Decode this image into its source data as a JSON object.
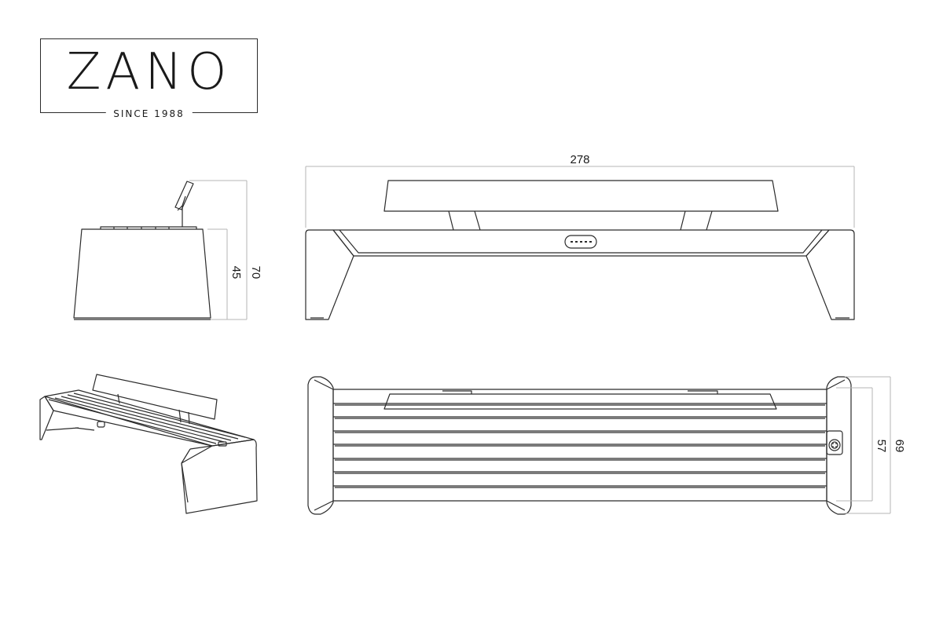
{
  "logo": {
    "wordmark": "ZANO",
    "tagline": "SINCE 1988"
  },
  "dimensions": {
    "overall_length": "278",
    "seat_height": "45",
    "total_height": "70",
    "seat_depth": "57",
    "total_depth": "69"
  },
  "colors": {
    "line": "#2b2b2b",
    "dim_line": "#b5b5b5",
    "background": "#ffffff"
  }
}
